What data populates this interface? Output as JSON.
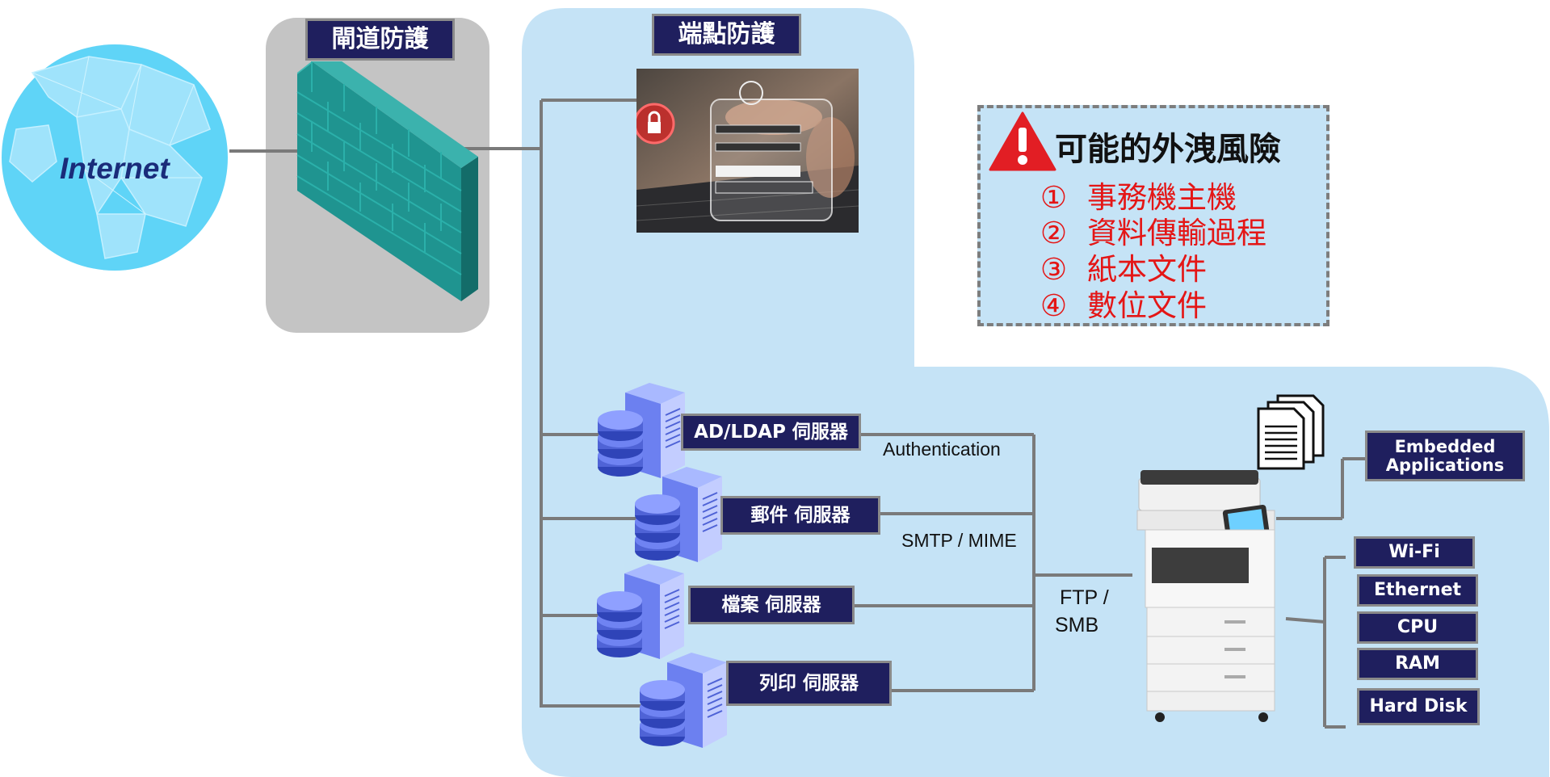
{
  "zones": {
    "gateway_label": "閘道防護",
    "endpoint_label": "端點防護"
  },
  "internet": {
    "label": "Internet"
  },
  "risk": {
    "title": "可能的外洩風險",
    "items": [
      {
        "num": "①",
        "text": "事務機主機"
      },
      {
        "num": "②",
        "text": "資料傳輸過程"
      },
      {
        "num": "③",
        "text": "紙本文件"
      },
      {
        "num": "④",
        "text": "數位文件"
      }
    ]
  },
  "servers": [
    {
      "label": "AD/LDAP 伺服器"
    },
    {
      "label": "郵件 伺服器"
    },
    {
      "label": "檔案 伺服器"
    },
    {
      "label": "列印 伺服器"
    }
  ],
  "protocols": {
    "authentication": "Authentication",
    "smtp": "SMTP / MIME",
    "ftp_line1": "FTP /",
    "ftp_line2": "SMB"
  },
  "mfp_parts": {
    "embedded_line1": "Embedded",
    "embedded_line2": "Applications",
    "components": [
      "Wi-Fi",
      "Ethernet",
      "CPU",
      "RAM",
      "Hard Disk"
    ]
  },
  "colors": {
    "zone_blue": "#c5e3f6",
    "zone_gray": "#c4c4c4",
    "label_navy": "#1f1f5e",
    "risk_red": "#e41616",
    "firewall_teal": "#1f9490",
    "server_blue": "#4f63d6",
    "line_gray": "#7a7a7a"
  }
}
